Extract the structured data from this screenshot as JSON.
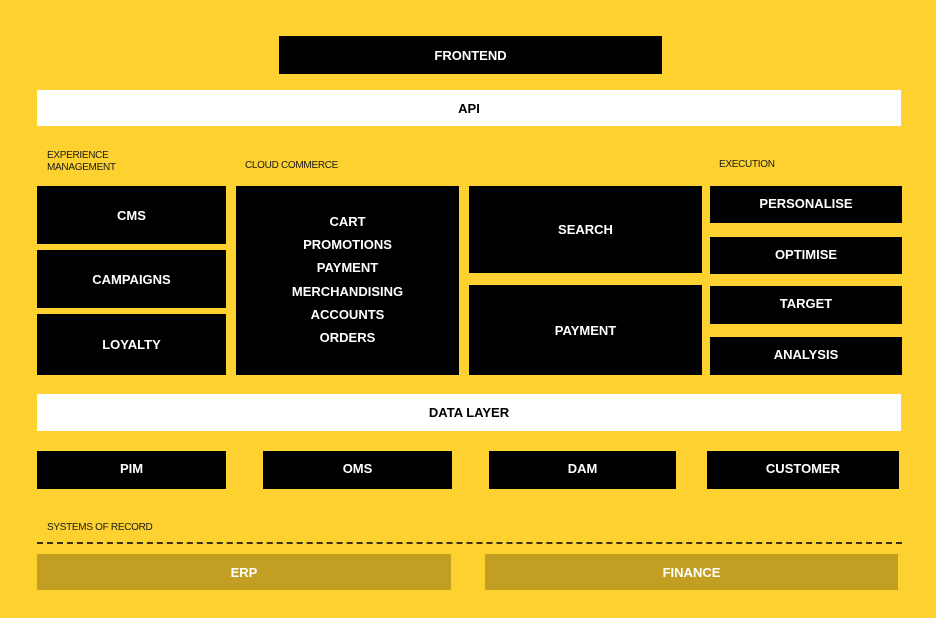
{
  "frontend": {
    "label": "FRONTEND"
  },
  "api": {
    "label": "API"
  },
  "sections": {
    "experience_management": "EXPERIENCE\nMANAGEMENT",
    "experience_management_line1": "EXPERIENCE",
    "experience_management_line2": "MANAGEMENT",
    "cloud_commerce": "CLOUD COMMERCE",
    "execution": "EXECUTION",
    "systems_of_record": "SYSTEMS OF RECORD"
  },
  "experience": {
    "items": [
      {
        "label": "CMS"
      },
      {
        "label": "CAMPAIGNS"
      },
      {
        "label": "LOYALTY"
      }
    ]
  },
  "cloud_commerce": {
    "items": [
      {
        "label": "CART"
      },
      {
        "label": "PROMOTIONS"
      },
      {
        "label": "PAYMENT"
      },
      {
        "label": "MERCHANDISING"
      },
      {
        "label": "ACCOUNTS"
      },
      {
        "label": "ORDERS"
      }
    ]
  },
  "services": {
    "items": [
      {
        "label": "SEARCH"
      },
      {
        "label": "PAYMENT"
      }
    ]
  },
  "execution": {
    "items": [
      {
        "label": "PERSONALISE"
      },
      {
        "label": "OPTIMISE"
      },
      {
        "label": "TARGET"
      },
      {
        "label": "ANALYSIS"
      }
    ]
  },
  "data_layer": {
    "label": "DATA LAYER"
  },
  "data_sources": {
    "items": [
      {
        "label": "PIM"
      },
      {
        "label": "OMS"
      },
      {
        "label": "DAM"
      },
      {
        "label": "CUSTOMER"
      }
    ]
  },
  "systems_of_record": {
    "items": [
      {
        "label": "ERP"
      },
      {
        "label": "FINANCE"
      }
    ]
  },
  "colors": {
    "background": "#FDD130",
    "block": "#000000",
    "layer": "#FFFFFF",
    "record": "#C29E22"
  }
}
